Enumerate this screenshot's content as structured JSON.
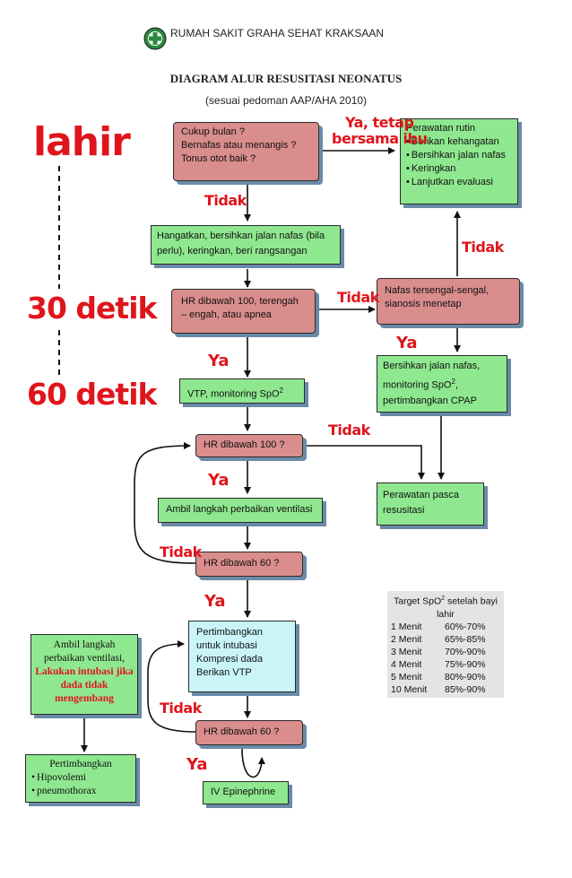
{
  "header": {
    "hospital": "RUMAH SAKIT GRAHA SEHAT KRAKSAAN"
  },
  "title": "DIAGRAM ALUR RESUSITASI NEONATUS",
  "subtitle": "(sesuai pedoman AAP/AHA 2010)",
  "timeline": {
    "birth": "lahir",
    "t30": "30 detik",
    "t60": "60 detik"
  },
  "boxes": {
    "initial_q": [
      "Cukup bulan ?",
      "Bernafas atau menangis ?",
      "Tonus otot baik ?"
    ],
    "routine_title": "Perawatan rutin",
    "routine_items": [
      "Berikan kehangatan",
      "Bersihkan jalan nafas",
      "Keringkan",
      "Lanjutkan evaluasi"
    ],
    "warm": "Hangatkan, bersihkan jalan nafas (bila perlu), keringkan, beri rangsangan",
    "hr100_apnea": "HR dibawah 100, terengah – engah, atau apnea",
    "labored": "Nafas tersengal-sengal, sianosis menetap",
    "clear_airway_prefix": "Bersihkan jalan nafas, monitoring  SpO",
    "clear_airway_sup": "2",
    "clear_airway_suffix": ", pertimbangkan  CPAP",
    "ppv_prefix": "VTP, monitoring  SpO",
    "ppv_sup": "2",
    "hr100_q": "HR dibawah 100 ?",
    "post_care": "Perawatan pasca resusitasi",
    "ventilation_fix": "Ambil langkah perbaikan ventilasi",
    "hr60_q1": "HR dibawah 60 ?",
    "intubate_lines": [
      "Pertimbangkan",
      "untuk intubasi",
      "Kompresi dada",
      "Berikan VTP"
    ],
    "left_action_a": "Ambil langkah perbaikan ventilasi,",
    "left_action_b": "Lakukan intubasi jika dada tidak mengembang",
    "hr60_q2": "HR dibawah 60 ?",
    "consider_title": "Pertimbangkan",
    "consider_items": [
      "Hipovolemi",
      "pneumothorax"
    ],
    "epinephrine": "IV Epinephrine"
  },
  "labels": {
    "yes_stay_1": "Ya, tetap",
    "yes_stay_2": "bersama ibu",
    "no": "Tidak",
    "yes": "Ya"
  },
  "target": {
    "title_prefix": "Target SpO",
    "title_sup": "2",
    "title_suffix": " setelah bayi lahir",
    "rows": [
      [
        "1 Menit",
        "60%-70%"
      ],
      [
        "2 Menit",
        "65%-85%"
      ],
      [
        "3 Menit",
        "70%-90%"
      ],
      [
        "4 Menit",
        "75%-90%"
      ],
      [
        "5 Menit",
        "80%-90%"
      ],
      [
        "10 Menit",
        "85%-90%"
      ]
    ]
  },
  "colors": {
    "green": "#8fe88f",
    "pink": "#d98d8c",
    "cyan": "#c9f5f9",
    "red_label": "#e0151c",
    "shadow": "#6a8ba8"
  }
}
